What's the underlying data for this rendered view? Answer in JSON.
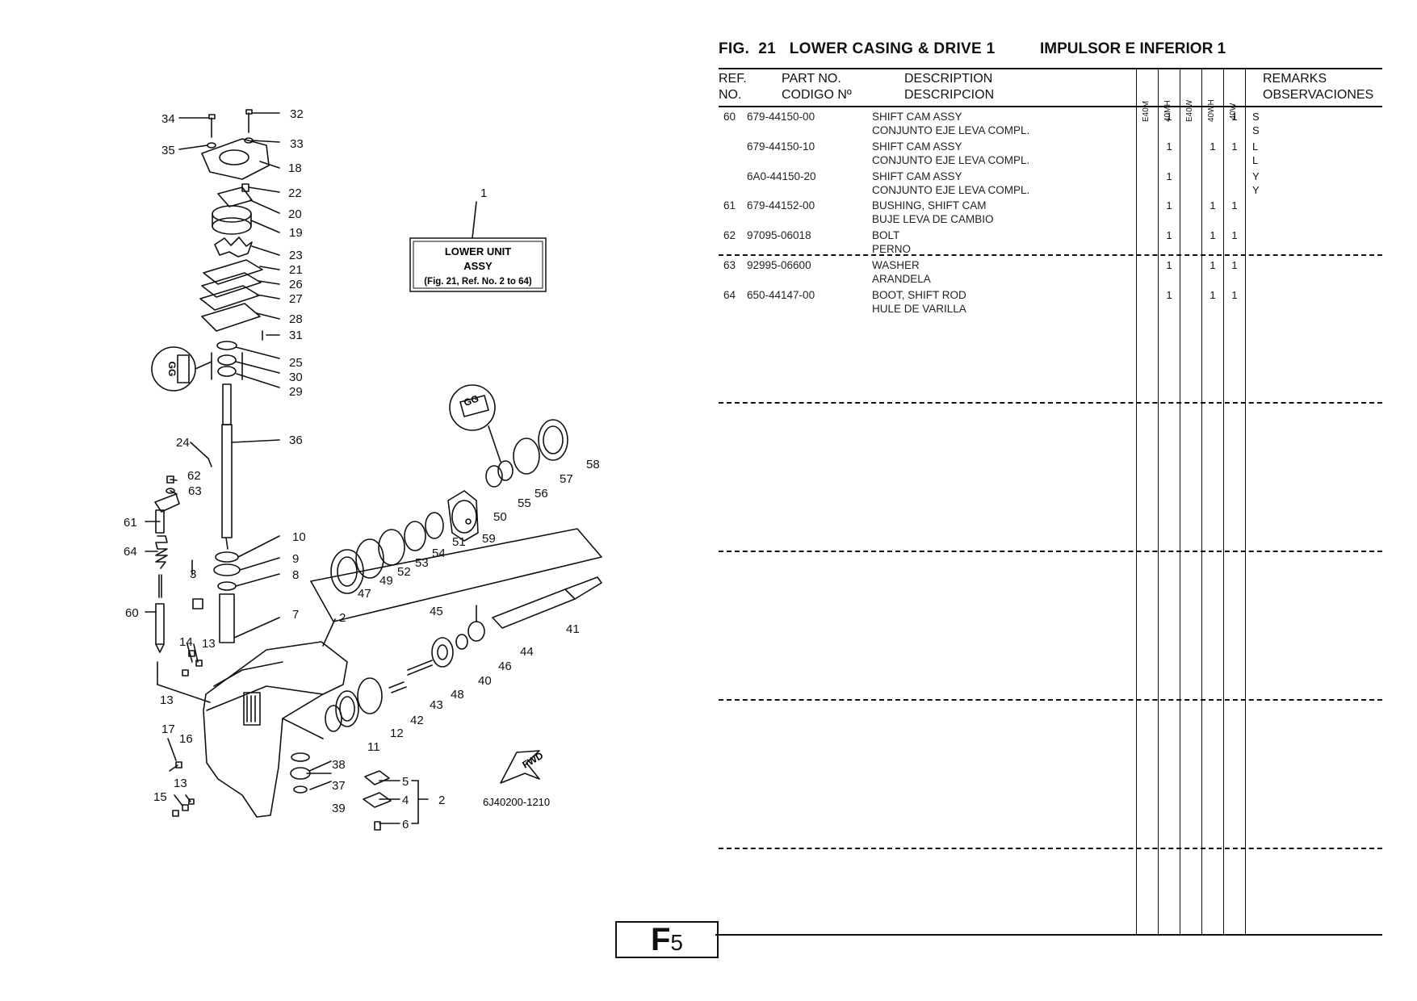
{
  "figure": {
    "title": "FIG.  21   LOWER CASING & DRIVE 1",
    "title_es": "IMPULSOR E INFERIOR 1",
    "diagram_code": "6J40200-1210",
    "label_box": {
      "line1": "LOWER UNIT",
      "line2": "ASSY",
      "line3": "(Fig. 21, Ref. No. 2 to 64)"
    },
    "fwd_label": "FWD",
    "callout_numbers": [
      "1",
      "2",
      "3",
      "4",
      "5",
      "6",
      "7",
      "8",
      "9",
      "10",
      "11",
      "12",
      "13",
      "14",
      "15",
      "16",
      "17",
      "18",
      "19",
      "20",
      "21",
      "22",
      "23",
      "24",
      "25",
      "26",
      "27",
      "28",
      "29",
      "30",
      "31",
      "32",
      "33",
      "34",
      "35",
      "36",
      "37",
      "38",
      "39",
      "40",
      "41",
      "42",
      "43",
      "44",
      "45",
      "46",
      "47",
      "48",
      "49",
      "50",
      "51",
      "52",
      "53",
      "54",
      "55",
      "56",
      "57",
      "58",
      "59",
      "60",
      "61",
      "62",
      "63",
      "64"
    ],
    "gg_label": "GG"
  },
  "table": {
    "headers": {
      "ref": "REF.",
      "no": "NO.",
      "part_no": "PART NO.",
      "codigo": "CODIGO Nº",
      "description": "DESCRIPTION",
      "descripcion": "DESCRIPCION",
      "remarks": "REMARKS",
      "observaciones": "OBSERVACIONES",
      "models": [
        "E40M",
        "40MH",
        "E40W",
        "40WH",
        "40W"
      ]
    },
    "rows": [
      {
        "ref": "60",
        "part": "679-44150-00",
        "desc": "SHIFT CAM ASSY",
        "desc_es": "CONJUNTO EJE LEVA COMPL.",
        "q": [
          "",
          "1",
          "",
          "",
          "1"
        ],
        "r1": "S",
        "r2": "S"
      },
      {
        "ref": "",
        "part": "679-44150-10",
        "desc": "SHIFT CAM ASSY",
        "desc_es": "CONJUNTO EJE LEVA COMPL.",
        "q": [
          "",
          "1",
          "",
          "1",
          "1"
        ],
        "r1": "L",
        "r2": "L"
      },
      {
        "ref": "",
        "part": "6A0-44150-20",
        "desc": "SHIFT CAM ASSY",
        "desc_es": "CONJUNTO EJE LEVA COMPL.",
        "q": [
          "",
          "1",
          "",
          "",
          ""
        ],
        "r1": "Y",
        "r2": "Y"
      },
      {
        "ref": "61",
        "part": "679-44152-00",
        "desc": "BUSHING, SHIFT CAM",
        "desc_es": "BUJE LEVA DE CAMBIO",
        "q": [
          "",
          "1",
          "",
          "1",
          "1"
        ],
        "r1": "",
        "r2": ""
      },
      {
        "ref": "62",
        "part": "97095-06018",
        "desc": "BOLT",
        "desc_es": "PERNO",
        "q": [
          "",
          "1",
          "",
          "1",
          "1"
        ],
        "r1": "",
        "r2": ""
      },
      {
        "ref": "63",
        "part": "92995-06600",
        "desc": "WASHER",
        "desc_es": "ARANDELA",
        "q": [
          "",
          "1",
          "",
          "1",
          "1"
        ],
        "r1": "",
        "r2": ""
      },
      {
        "ref": "64",
        "part": "650-44147-00",
        "desc": "BOOT, SHIFT ROD",
        "desc_es": "HULE DE VARILLA",
        "q": [
          "",
          "1",
          "",
          "1",
          "1"
        ],
        "r1": "",
        "r2": ""
      }
    ]
  },
  "page": {
    "letter": "F",
    "number": "5"
  }
}
